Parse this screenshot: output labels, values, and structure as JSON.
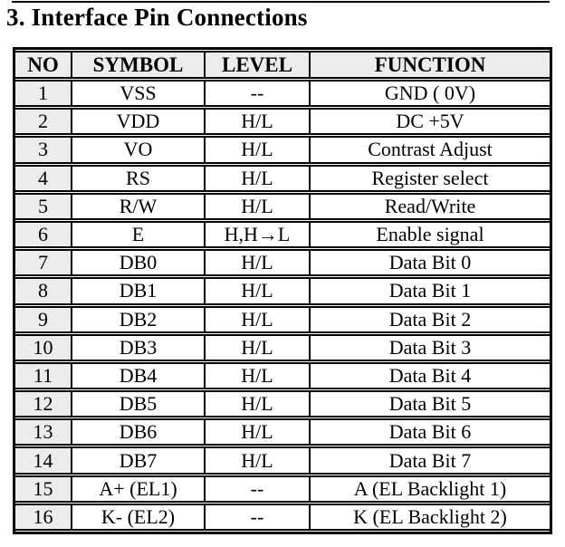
{
  "title": "3. Interface Pin Connections",
  "colors": {
    "header_bg": "#ececec",
    "row_no_bg": "#ececec",
    "border": "#000000",
    "text": "#000000"
  },
  "table": {
    "headers": [
      "NO",
      "SYMBOL",
      "LEVEL",
      "FUNCTION"
    ],
    "rows": [
      {
        "no": "1",
        "symbol": "VSS",
        "level": "--",
        "function": "GND ( 0V)"
      },
      {
        "no": "2",
        "symbol": "VDD",
        "level": "H/L",
        "function": "DC +5V"
      },
      {
        "no": "3",
        "symbol": "VO",
        "level": "H/L",
        "function": "Contrast Adjust"
      },
      {
        "no": "4",
        "symbol": "RS",
        "level": "H/L",
        "function": "Register select"
      },
      {
        "no": "5",
        "symbol": "R/W",
        "level": "H/L",
        "function": "Read/Write"
      },
      {
        "no": "6",
        "symbol": "E",
        "level": "H,H→L",
        "function": "Enable signal"
      },
      {
        "no": "7",
        "symbol": "DB0",
        "level": "H/L",
        "function": "Data Bit 0"
      },
      {
        "no": "8",
        "symbol": "DB1",
        "level": "H/L",
        "function": "Data Bit 1"
      },
      {
        "no": "9",
        "symbol": "DB2",
        "level": "H/L",
        "function": "Data Bit 2"
      },
      {
        "no": "10",
        "symbol": "DB3",
        "level": "H/L",
        "function": "Data Bit 3"
      },
      {
        "no": "11",
        "symbol": "DB4",
        "level": "H/L",
        "function": "Data Bit 4"
      },
      {
        "no": "12",
        "symbol": "DB5",
        "level": "H/L",
        "function": "Data Bit 5"
      },
      {
        "no": "13",
        "symbol": "DB6",
        "level": "H/L",
        "function": "Data Bit 6"
      },
      {
        "no": "14",
        "symbol": "DB7",
        "level": "H/L",
        "function": "Data Bit 7"
      },
      {
        "no": "15",
        "symbol": "A+ (EL1)",
        "level": "--",
        "function": "A (EL Backlight 1)"
      },
      {
        "no": "16",
        "symbol": "K- (EL2)",
        "level": "--",
        "function": "K (EL Backlight 2)"
      }
    ]
  }
}
